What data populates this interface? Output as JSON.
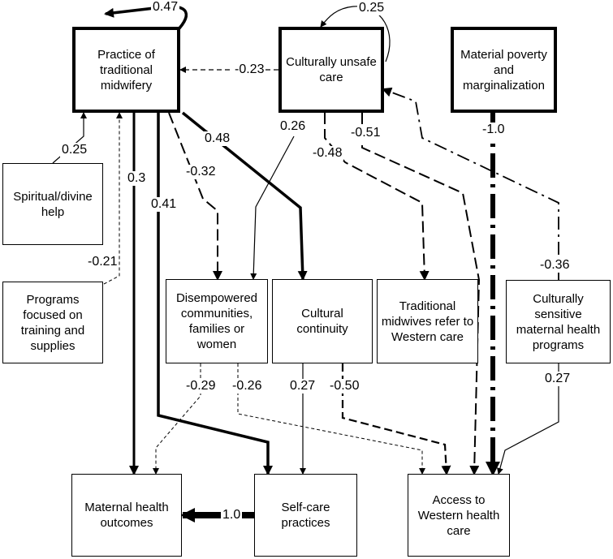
{
  "nodes": {
    "traditional_midwifery": "Practice of\ntraditional\nmidwifery",
    "culturally_unsafe_care": "Culturally unsafe\ncare",
    "material_poverty": "Material poverty\nand\nmarginalization",
    "spiritual_help": "Spiritual/divine\nhelp",
    "programs_training": "Programs\nfocused on\ntraining and\nsupplies",
    "disempowered": "Disempowered\ncommunities,\nfamilies or\nwomen",
    "cultural_continuity": "Cultural\ncontinuity",
    "midwives_refer": "Traditional\nmidwives refer to\nWestern care",
    "sensitive_programs": "Culturally sensitive\nmaternal health\nprograms",
    "maternal_outcomes": "Maternal health\noutcomes",
    "self_care": "Self-care\npractices",
    "access_western": "Access to\nWestern health\ncare"
  },
  "weights": {
    "midwifery_self_loop": "0.47",
    "unsafe_self_loop": "0.25",
    "unsafe_to_midwifery": "-0.23",
    "spiritual_to_midwifery": "0.25",
    "programs_to_midwifery": "-0.21",
    "midwifery_to_outcomes": "0.3",
    "midwifery_to_selfcare": "0.41",
    "midwifery_to_disempowered": "-0.32",
    "midwifery_to_continuity": "0.48",
    "unsafe_to_disempowered": "0.26",
    "unsafe_to_refer": "-0.48",
    "unsafe_to_access": "-0.51",
    "poverty_to_access": "-1.0",
    "sensitive_to_unsafe": "-0.36",
    "disempowered_to_outcomes": "-0.29",
    "disempowered_to_access": "-0.26",
    "continuity_to_selfcare": "0.27",
    "continuity_to_access": "-0.50",
    "sensitive_to_access": "0.27",
    "selfcare_to_outcomes": "1.0"
  }
}
